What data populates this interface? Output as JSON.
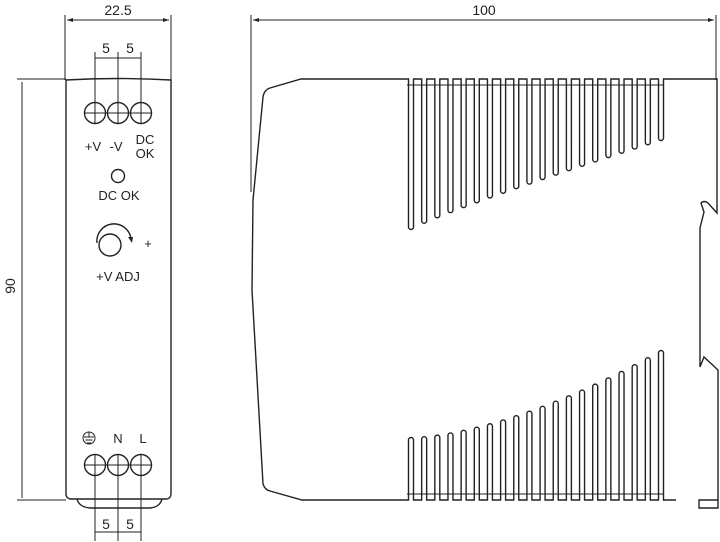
{
  "front_view": {
    "width_dim": "22.5",
    "top_pitch": [
      "5",
      "5"
    ],
    "output_terminals": [
      "+V",
      "-V",
      "DC",
      "OK"
    ],
    "led_label": "DC OK",
    "adj_plus": "+",
    "adj_label": "+V ADJ",
    "height_dim": "90",
    "input_terminals": [
      "N",
      "L"
    ],
    "bottom_pitch": [
      "5",
      "5"
    ]
  },
  "side_view": {
    "depth_dim": "100"
  },
  "colors": {
    "line": "#222222",
    "background": "#ffffff"
  }
}
